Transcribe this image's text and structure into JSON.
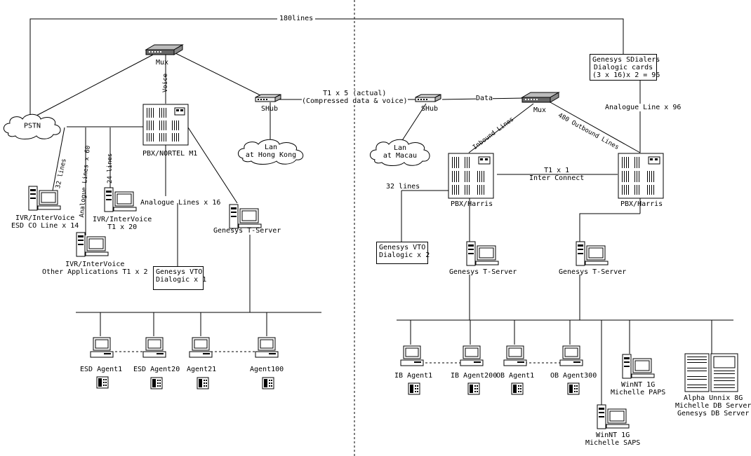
{
  "diagram": {
    "top_link_label": "180lines",
    "pstn": "PSTN",
    "mux_left": "Mux",
    "mux_right": "Mux",
    "voice_label": "Voice",
    "shub_left": "SHub",
    "shub_right": "SHub",
    "t1_link_line1": "T1 x 5 (actual)",
    "t1_link_line2": "(Compressed data & voice)",
    "data_label": "Data",
    "lan_hk_line1": "Lan",
    "lan_hk_line2": "at Hong Kong",
    "lan_macau_line1": "Lan",
    "lan_macau_line2": "at Macau",
    "pbx_nortel": "PBX/NORTEL M1",
    "pbx_harris_left": "PBX/Harris",
    "pbx_harris_right": "PBX/Harris",
    "lines_32_a": "32 lines",
    "lines_60": "Analogue Lines x 60",
    "lines_24": "24 lines",
    "ivr1_line1": "IVR/InterVoice",
    "ivr1_line2": "ESD CO Line x 14",
    "ivr2_line1": "IVR/InterVoice",
    "ivr2_line2": "T1 x 20",
    "ivr3_line1": "IVR/InterVoice",
    "ivr3_line2": "Other Applications T1 x 2",
    "analogue_16": "Analogue Lines x 16",
    "tserver_left": "Genesys T-Server",
    "vto_left_line1": "Genesys VTO",
    "vto_left_line2": "Dialogic x 1",
    "agent_esd1": "ESD Agent1",
    "agent_esd20": "ESD Agent20",
    "agent21": "Agent21",
    "agent100": "Agent100",
    "sdialers_line1": "Genesys SDialers",
    "sdialers_line2": "Dialogic cards",
    "sdialers_line3": "(3 x 16)x 2 = 96",
    "analogue_96": "Analogue Line x 96",
    "inbound_lines": "Inbound Lines",
    "outbound_lines": "480 Outbound Lines",
    "t1_interconnect_line1": "T1 x 1",
    "t1_interconnect_line2": "Inter Connect",
    "lines_32_b": "32 lines",
    "vto_right_line1": "Genesys VTO",
    "vto_right_line2": "Dialogic x 2",
    "tserver_mid": "Genesys T-Server",
    "tserver_right": "Genesys T-Server",
    "agent_ib1": "IB Agent1",
    "agent_ib200": "IB Agent200",
    "agent_ob1": "OB Agent1",
    "agent_ob300": "OB Agent300",
    "winnt_paps_line1": "WinNT 1G",
    "winnt_paps_line2": "Michelle PAPS",
    "winnt_saps_line1": "WinNT 1G",
    "winnt_saps_line2": "Michelle SAPS",
    "alpha_line1": "Alpha Unnix 8G",
    "alpha_line2": "Michelle DB Server",
    "alpha_line3": "Genesys DB Server"
  }
}
